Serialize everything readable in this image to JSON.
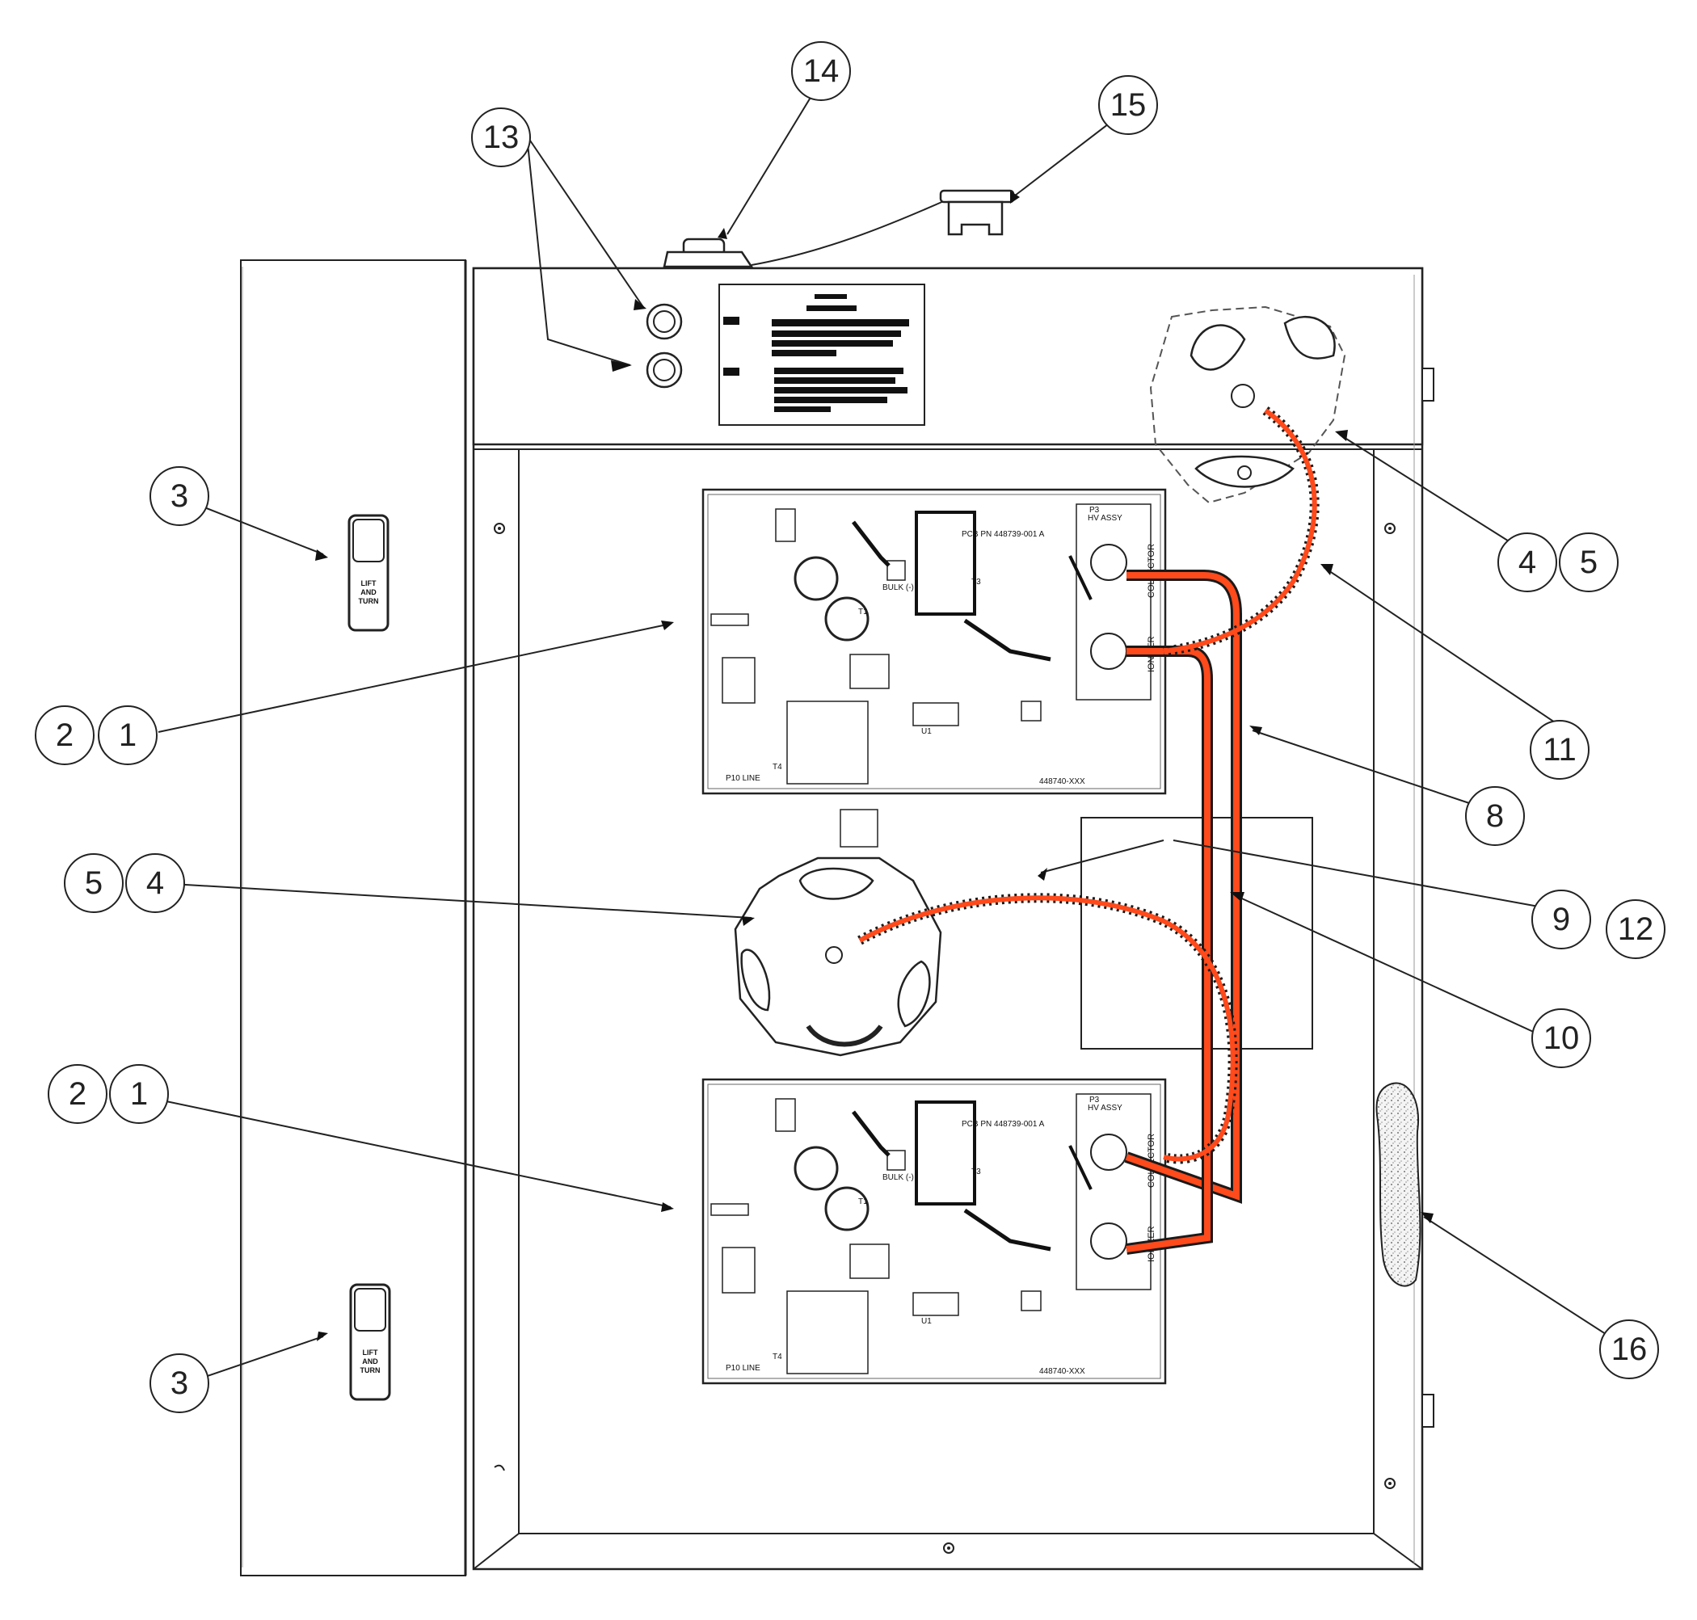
{
  "colors": {
    "line": "#222222",
    "hv_cable": "#ff4a1c",
    "cable_armor": "#1a1a1a",
    "board_fill": "#ffffff",
    "foam": "#e8e8e8"
  },
  "callouts": {
    "c1a": "1",
    "c2a": "2",
    "c1b": "1",
    "c2b": "2",
    "c3a": "3",
    "c3b": "3",
    "c4a": "4",
    "c5a": "5",
    "c4b": "4",
    "c5b": "5",
    "c8": "8",
    "c9": "9",
    "c10": "10",
    "c11": "11",
    "c12": "12",
    "c13": "13",
    "c14": "14",
    "c15": "15",
    "c16": "16"
  },
  "door_latch": {
    "line1": "LIFT",
    "line2": "AND",
    "line3": "TURN"
  },
  "pcb": {
    "part_label": "PCB PN 448739-001 A",
    "assy_label": "448740-XXX",
    "hv_assy": "HV ASSY",
    "p3": "P3",
    "collector": "COLLECTOR",
    "ionizer": "IONIZER",
    "t3": "T3",
    "t1": "T1",
    "t4": "T4",
    "u1": "U1",
    "p10": "P10 LINE",
    "bulk": "BULK (-)"
  }
}
